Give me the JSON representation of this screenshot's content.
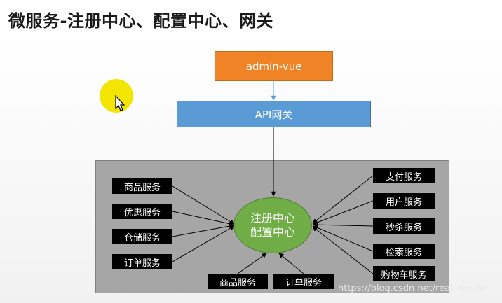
{
  "title": "微服务-注册中心、配置中心、网关",
  "admin_box": "admin-vue",
  "gateway_box": "API网关",
  "center": {
    "line1": "注册中心",
    "line2": "配置中心"
  },
  "left_services": [
    "商品服务",
    "优惠服务",
    "仓储服务",
    "订单服务"
  ],
  "right_services": [
    "支付服务",
    "用户服务",
    "秒杀服务",
    "检索服务",
    "购物车服务"
  ],
  "bottom_services": [
    "商品服务",
    "订单服务"
  ],
  "watermark": "https://blog.csdn.net/real_rookie",
  "colors": {
    "admin": "#f08325",
    "gateway": "#5b9bd5",
    "center": "#70ad47",
    "panel": "#a6a6a6",
    "service": "#000000",
    "cursor_highlight": "#f2e600"
  }
}
